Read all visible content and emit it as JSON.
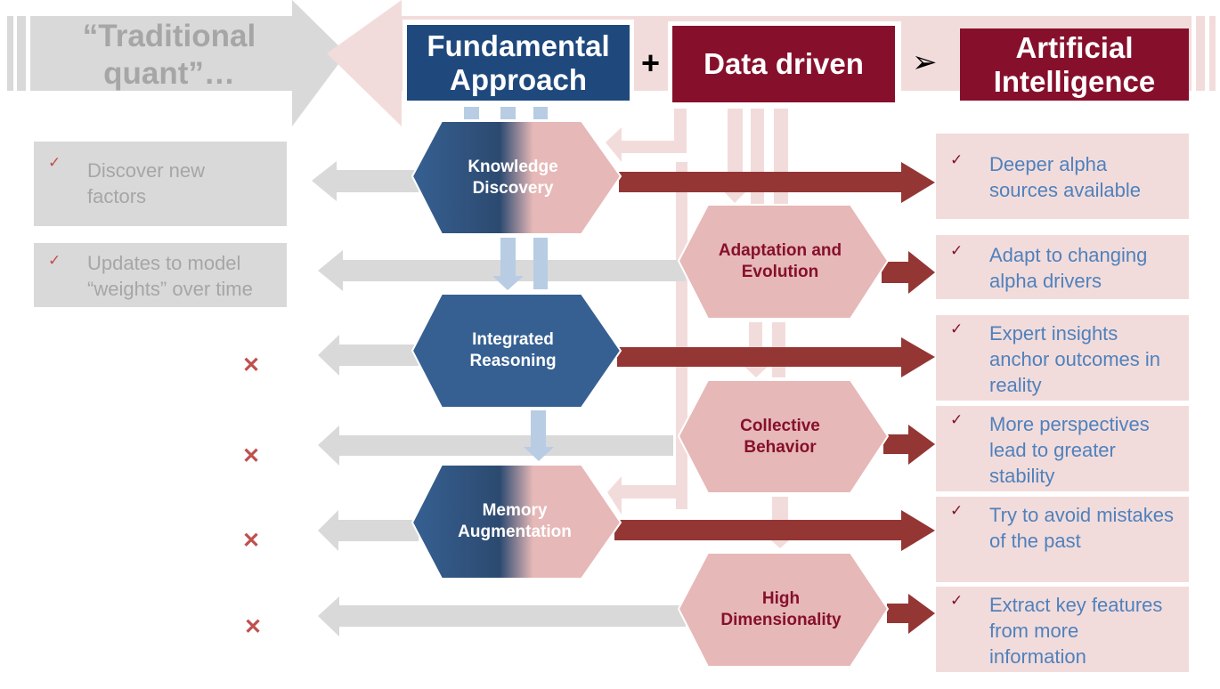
{
  "header": {
    "traditional": "“Traditional quant”…",
    "fundamental": "Fundamental Approach",
    "plus": "+",
    "data_driven": "Data driven",
    "ai": "Artificial Intelligence"
  },
  "nodes": {
    "fundamental_side": [
      {
        "label": "Knowledge Discovery",
        "style": "blend"
      },
      {
        "label": "Integrated Reasoning",
        "style": "blue"
      },
      {
        "label": "Memory Augmentation",
        "style": "blend"
      }
    ],
    "data_side": [
      {
        "label": "Adaptation  and Evolution"
      },
      {
        "label": "Collective Behavior"
      },
      {
        "label": "High Dimensionality"
      }
    ]
  },
  "traditional_outcomes": [
    {
      "status": "check",
      "text": "Discover  new factors"
    },
    {
      "status": "check",
      "text": "Updates to model “weights” over time"
    },
    {
      "status": "cross",
      "text": ""
    },
    {
      "status": "cross",
      "text": ""
    },
    {
      "status": "cross",
      "text": ""
    },
    {
      "status": "cross",
      "text": ""
    }
  ],
  "ai_outcomes": [
    {
      "text": "Deeper alpha sources available"
    },
    {
      "text": "Adapt to changing alpha drivers"
    },
    {
      "text": "Expert insights anchor outcomes in reality"
    },
    {
      "text": "More perspectives lead to greater stability"
    },
    {
      "text": "Try to avoid mistakes of the past"
    },
    {
      "text": "Extract key features from more information"
    }
  ],
  "icons": {
    "check": "✓",
    "cross": "✕",
    "arrow_head": "➢"
  },
  "colors": {
    "blue": "#1f497d",
    "blue_hex": "#366092",
    "maroon": "#86102c",
    "maroon_arrow": "#943634",
    "pink": "#e6b8b7",
    "light_pink": "#f2dcdb",
    "grey": "#d9d9d9",
    "light_blue": "#b8cce4"
  }
}
